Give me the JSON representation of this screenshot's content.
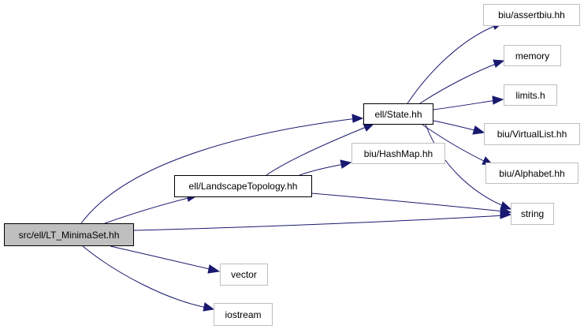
{
  "graph": {
    "edge_color": "#191970",
    "node_border_color": "#000000",
    "external_border_color": "#bfbfbf",
    "root_fill_color": "#bfbfbf",
    "nodes": {
      "root": "src/ell/LT_MinimaSet.hh",
      "state": "ell/State.hh",
      "landscape": "ell/LandscapeTopology.hh",
      "hashmap": "biu/HashMap.hh",
      "assertbiu": "biu/assertbiu.hh",
      "memory": "memory",
      "limits": "limits.h",
      "virtuallist": "biu/VirtualList.hh",
      "alphabet": "biu/Alphabet.hh",
      "string": "string",
      "vector": "vector",
      "iostream": "iostream"
    },
    "edges": [
      [
        "root",
        "state"
      ],
      [
        "root",
        "landscape"
      ],
      [
        "root",
        "string"
      ],
      [
        "root",
        "vector"
      ],
      [
        "root",
        "iostream"
      ],
      [
        "landscape",
        "state"
      ],
      [
        "landscape",
        "hashmap"
      ],
      [
        "landscape",
        "string"
      ],
      [
        "state",
        "assertbiu"
      ],
      [
        "state",
        "memory"
      ],
      [
        "state",
        "limits"
      ],
      [
        "state",
        "virtuallist"
      ],
      [
        "state",
        "alphabet"
      ],
      [
        "state",
        "string"
      ]
    ]
  }
}
